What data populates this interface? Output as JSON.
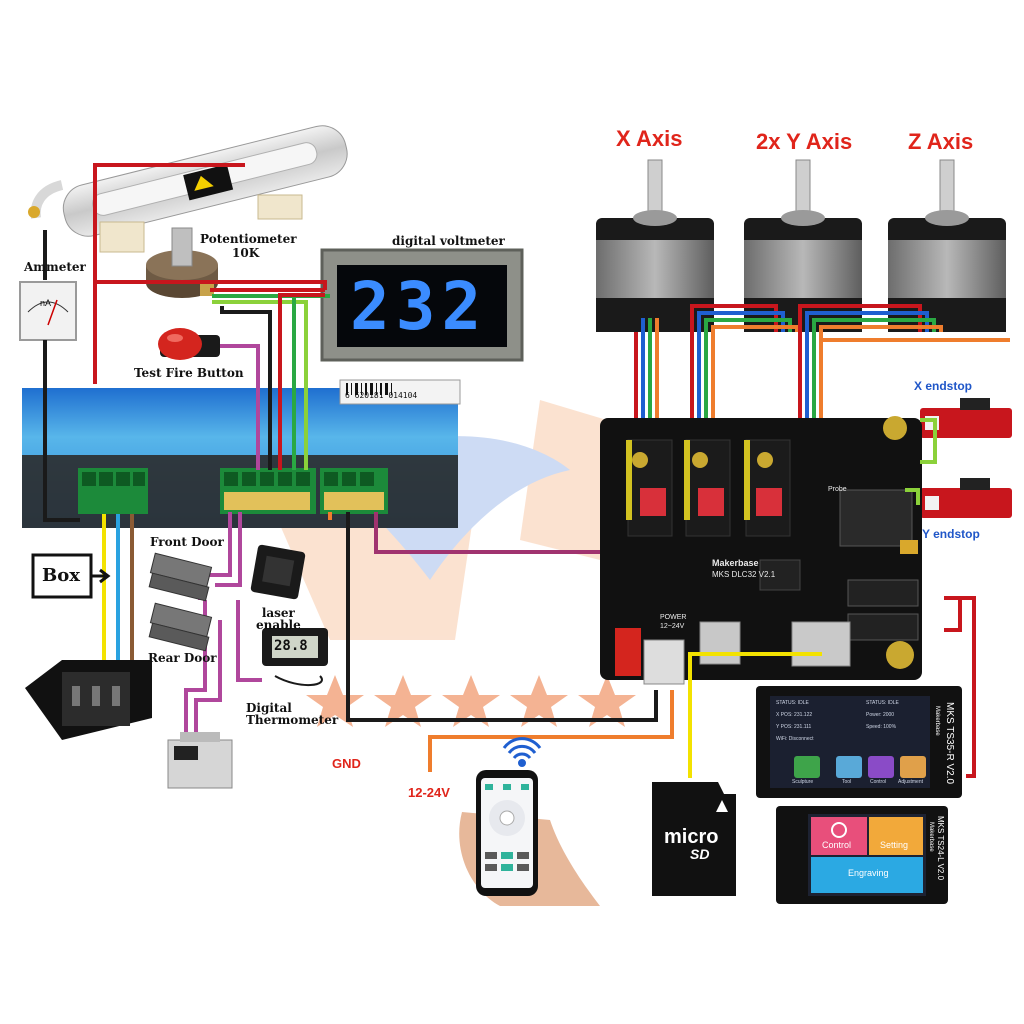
{
  "labels": {
    "x_axis": "X Axis",
    "y_axis": "2x Y Axis",
    "z_axis": "Z Axis",
    "potentiometer": "Potentiometer",
    "potentiometer_value": "10K",
    "digital_voltmeter": "digital voltmeter",
    "voltmeter_reading": "232",
    "ammeter": "Ammeter",
    "ammeter_unit": "nA",
    "test_fire_button": "Test Fire Button",
    "box": "Box",
    "front_door": "Front Door",
    "rear_door": "Rear Door",
    "laser_enable": "laser\nenable",
    "digital_thermometer": "Digital\nThermometer",
    "thermometer_reading": "28.8",
    "gnd": "GND",
    "supply_voltage": "12-24V",
    "x_endstop": "X endstop",
    "y_endstop": "Y endstop",
    "microsd": "micro",
    "microsd_sub": "SD",
    "barcode_text": "6 620181 014104"
  },
  "board": {
    "brand": "Makerbase",
    "model": "MKS DLC32 V2.1",
    "power_label": "POWER",
    "power_range": "12~24V",
    "probe_label": "Probe"
  },
  "ts35": {
    "brand": "Makerbase",
    "model": "MKS TS35-R V2.0",
    "status_left": "STATUS: IDLE",
    "status_right": "STATUS: IDLE",
    "x_pos": "X POS: 231.122",
    "y_pos": "Y POS: 231.111",
    "power": "Power: 2000",
    "speed": "Speed: 100%",
    "wifi": "WiFi: Disconnect",
    "buttons": [
      "Sculpture",
      "Tool",
      "Control",
      "Adjustment"
    ]
  },
  "ts24": {
    "brand": "Makerbase",
    "model": "MKS TS24-L V2.0",
    "buttons": [
      "Control",
      "Setting",
      "Engraving"
    ]
  },
  "colors": {
    "wire_red": "#c8161d",
    "wire_blue": "#1f5fd0",
    "wire_green": "#2aa843",
    "wire_orange": "#ef7d2d",
    "wire_yellow": "#f3e200",
    "wire_purple": "#b0479c",
    "wire_magenta": "#a0336f",
    "wire_lime": "#8bd13a",
    "wire_black": "#1a1a1a",
    "label_red": "#e0251b",
    "label_blue": "#1f56c8",
    "display_digits": "#3b8cff"
  }
}
